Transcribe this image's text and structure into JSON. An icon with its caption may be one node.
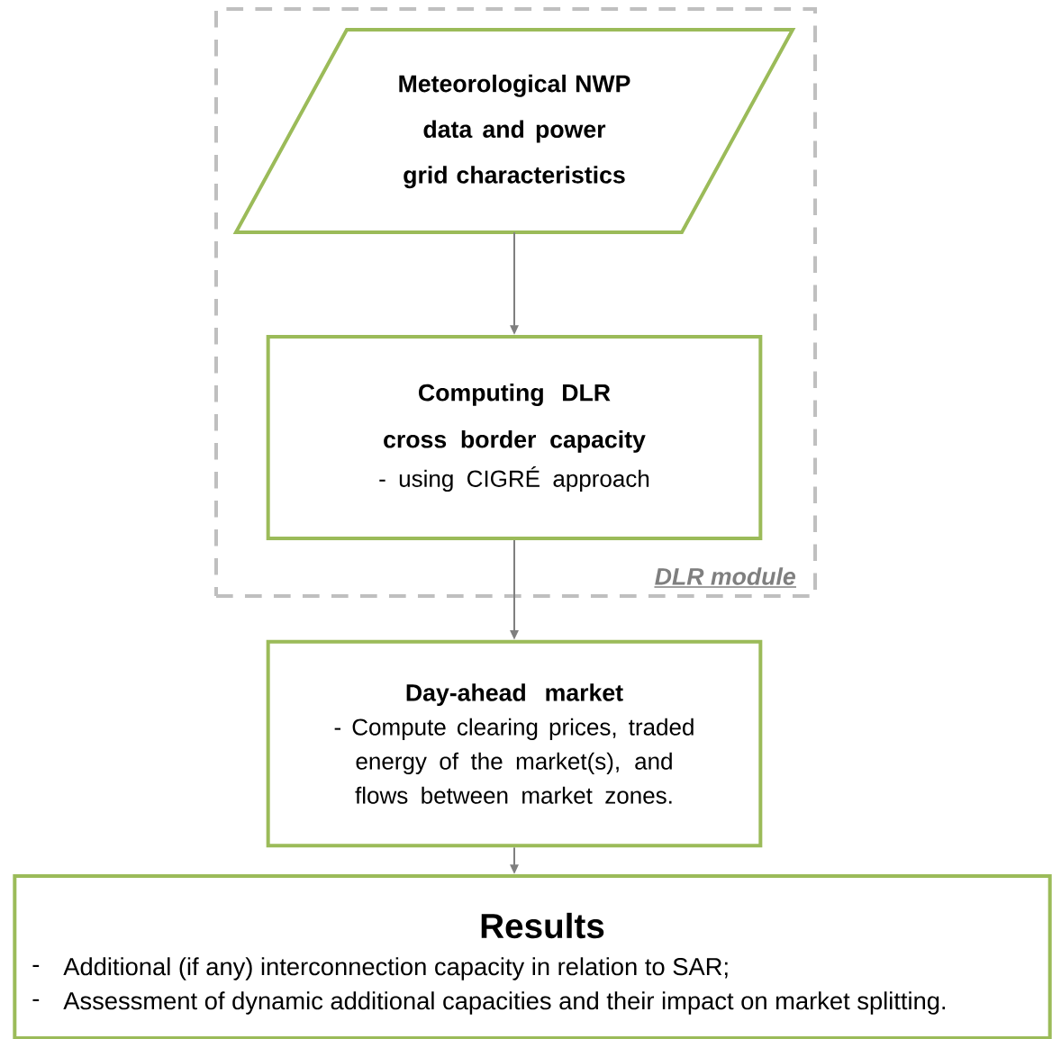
{
  "diagram": {
    "nodes": [
      {
        "text": [
          "DLR module"
        ]
      },
      {
        "text": [
          "Meteorological NWP data and power grid characteristics"
        ],
        "in": 0
      },
      {
        "text": [
          "Computing DLR cross border capacity",
          "- using CIGRÉ approach"
        ],
        "in": 0
      },
      {
        "text": [
          "Day-ahead market",
          "- Compute clearing prices, traded energy of the market(s), and flows between market zones."
        ]
      },
      {
        "text": [
          "Results",
          "Additional (if any) interconnection capacity in relation to SAR;",
          "Assessment of dynamic additional capacities and their impact on market splitting."
        ]
      }
    ],
    "edges": [
      {
        "from": 1,
        "to": 2,
        "arrow": "to"
      },
      {
        "from": 2,
        "to": 3,
        "arrow": "to"
      },
      {
        "from": 3,
        "to": 4,
        "arrow": "to"
      }
    ],
    "labels": [
      "-",
      "-"
    ]
  }
}
